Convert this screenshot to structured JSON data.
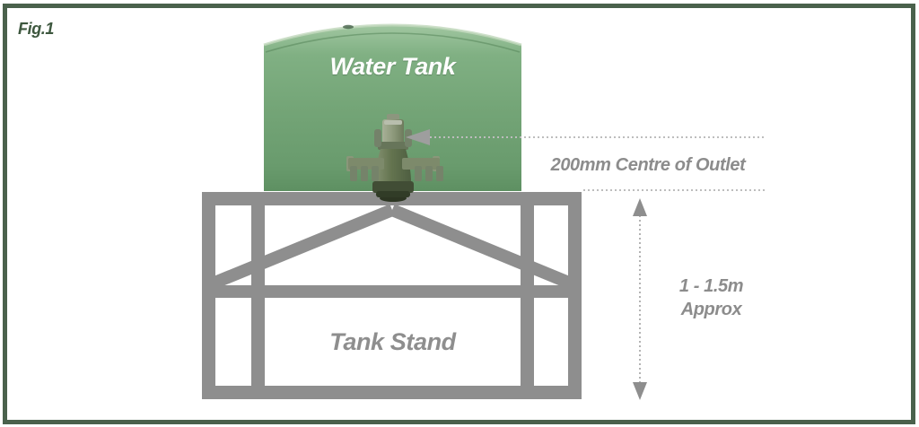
{
  "figure": {
    "label": "Fig.1"
  },
  "tank": {
    "label": "Water Tank"
  },
  "stand": {
    "label": "Tank Stand"
  },
  "annotations": {
    "outlet": "200mm Centre of Outlet",
    "height_line1": "1 - 1.5m",
    "height_line2": "Approx"
  },
  "colors": {
    "frame_green": "#4a614c",
    "fig_text_green": "#3d573e",
    "tank_green": "#74a577",
    "valve_olive": "#5a6a4b",
    "stand_gray": "#8e8e8e",
    "annotation_gray": "#8c8c8c",
    "leader_dots_gray": "#bdbdbd"
  }
}
